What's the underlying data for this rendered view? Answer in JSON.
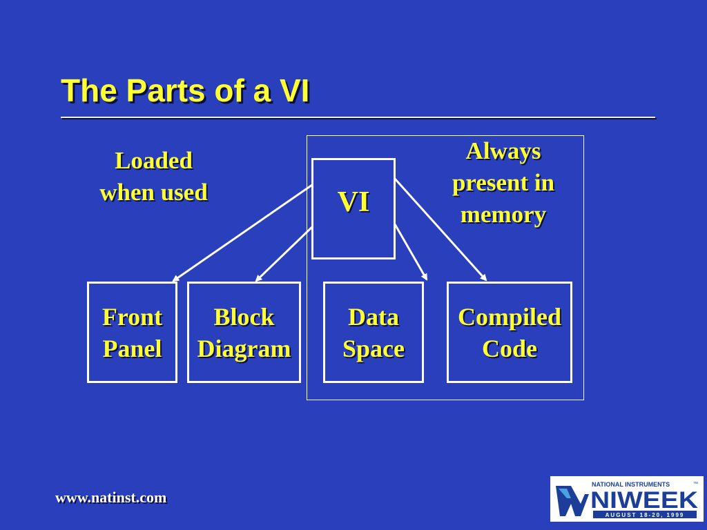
{
  "slide": {
    "title": "The Parts of a VI",
    "loaded_label": [
      "Loaded",
      "when used"
    ],
    "always_label": [
      "Always",
      "present in",
      "memory"
    ],
    "vi_box": "VI",
    "parts": [
      {
        "lines": [
          "Front",
          "Panel"
        ]
      },
      {
        "lines": [
          "Block",
          "Diagram"
        ]
      },
      {
        "lines": [
          "Data",
          "Space"
        ]
      },
      {
        "lines": [
          "Compiled",
          "Code"
        ]
      }
    ],
    "footer_url": "www.natinst.com"
  },
  "logo": {
    "brand_top": "NATIONAL INSTRUMENTS",
    "trademark": "™",
    "brand_main": "NIWEEK",
    "dates": "AUGUST 18-20, 1999"
  },
  "colors": {
    "background": "#2a3fbc",
    "title": "#ffff33",
    "text": "#ffff33",
    "lines": "#ffffff"
  }
}
